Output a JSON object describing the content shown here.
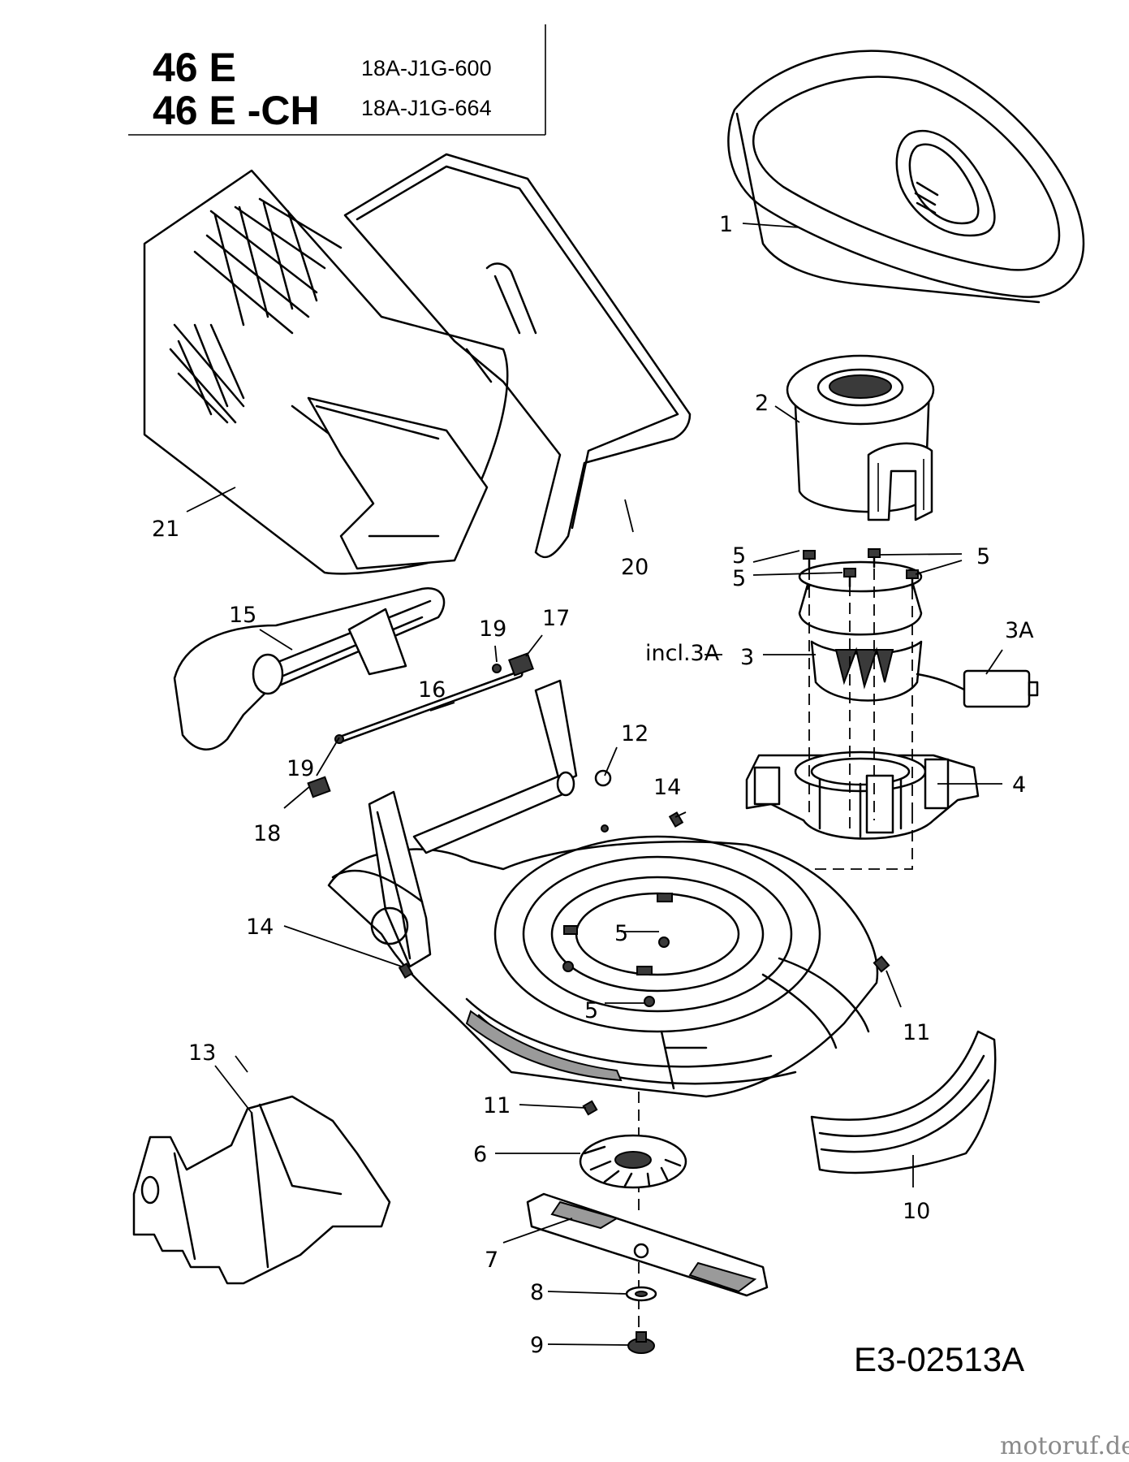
{
  "header": {
    "model_1": "46 E",
    "code_1": "18A-J1G-600",
    "model_2": "46 E -CH",
    "code_2": "18A-J1G-664"
  },
  "diagram_code": "E3-02513A",
  "watermark": "motoruf.de",
  "callouts": {
    "c1": "1",
    "c2": "2",
    "c3": "3",
    "c3a": "3A",
    "incl3a": "incl.3A",
    "c4": "4",
    "c5a": "5",
    "c5b": "5",
    "c5c": "5",
    "c5d": "5",
    "c6": "6",
    "c7": "7",
    "c8": "8",
    "c9": "9",
    "c10": "10",
    "c11a": "11",
    "c11b": "11",
    "c12": "12",
    "c13": "13",
    "c14a": "14",
    "c14b": "14",
    "c15": "15",
    "c16": "16",
    "c17": "17",
    "c18": "18",
    "c19a": "19",
    "c19b": "19",
    "c20": "20",
    "c21": "21"
  }
}
